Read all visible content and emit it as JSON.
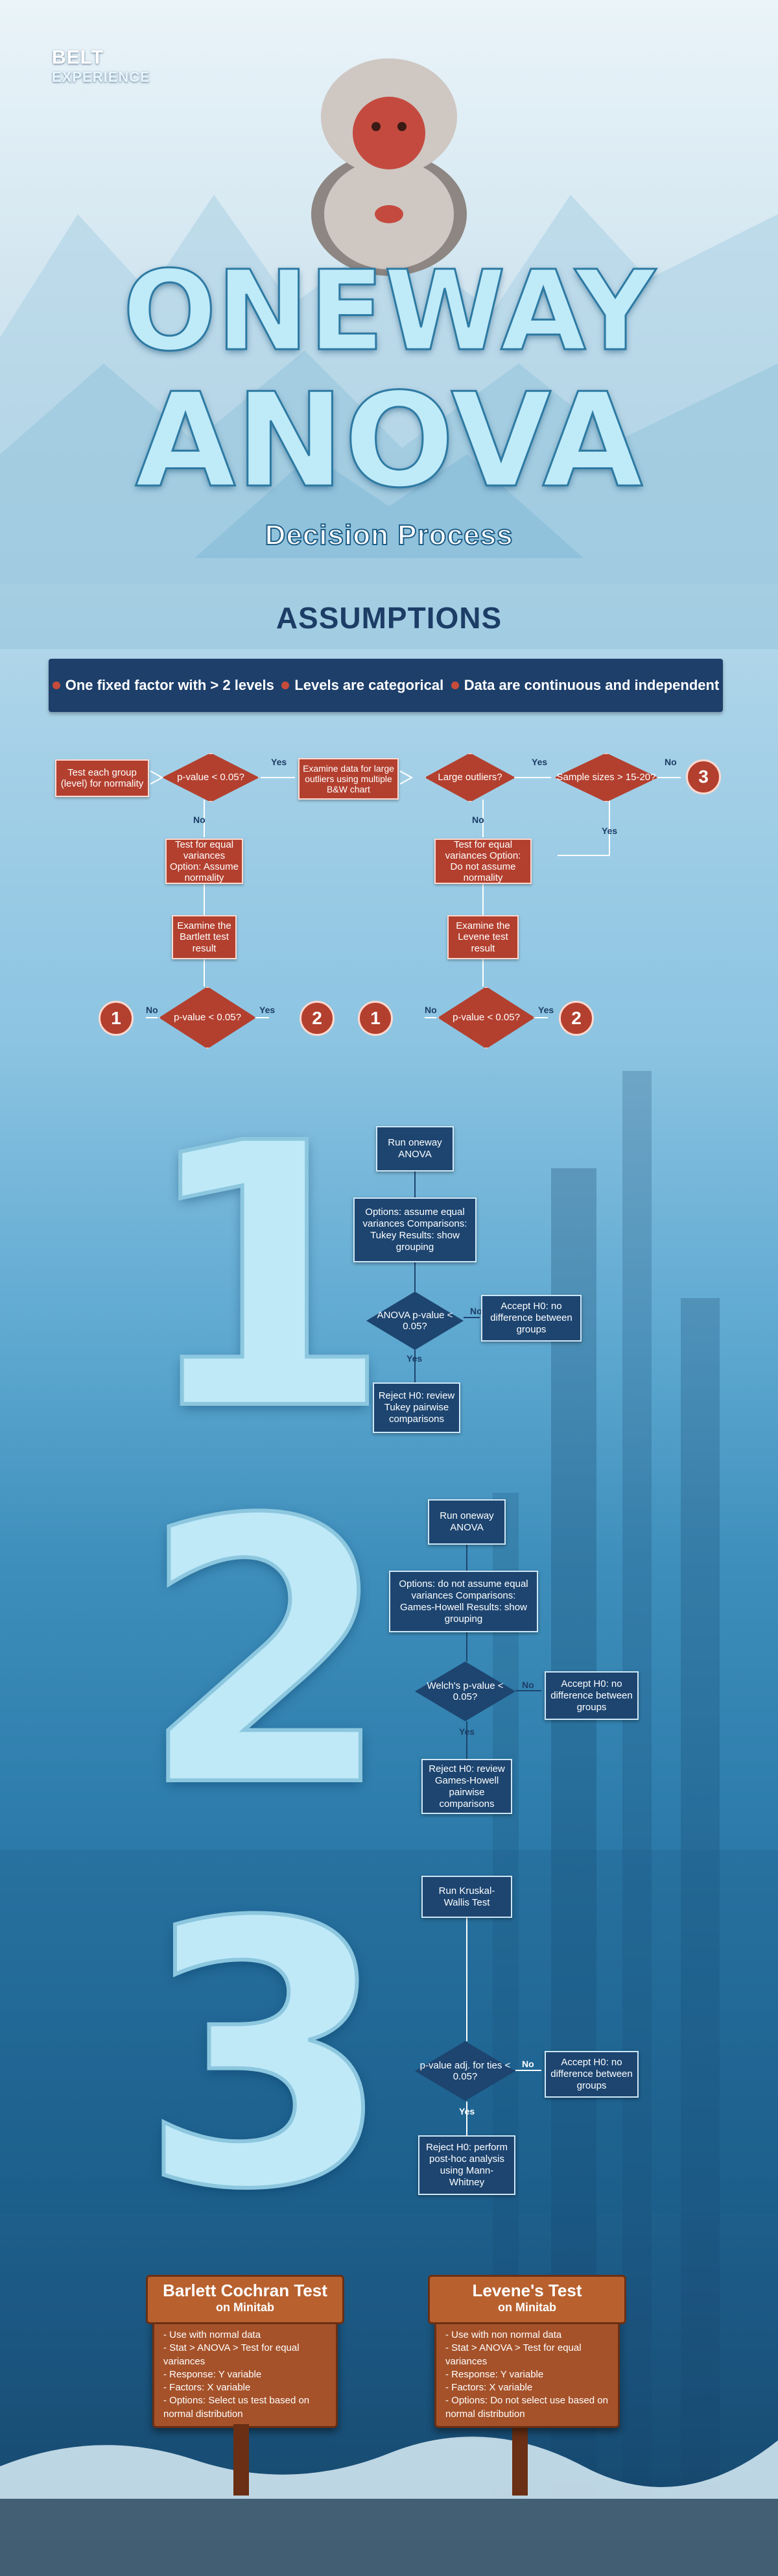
{
  "logo": {
    "line1": "BELT",
    "line2": "EXPERIENCE"
  },
  "title": {
    "line1": "ONEWAY",
    "line2": "ANOVA",
    "subtitle": "Decision Process"
  },
  "assumptions": {
    "title": "ASSUMPTIONS",
    "items": [
      "One fixed factor with > 2 levels",
      "Levels are categorical",
      "Data are continuous and independent"
    ]
  },
  "flow_left": {
    "test_normality": "Test each group (level) for normality",
    "pvalue_normality": "p-value < 0.05?",
    "test_equal_var": "Test for equal variances Option: Assume normality",
    "examine_bartlett": "Examine the Bartlett test result",
    "pvalue_bartlett": "p-value < 0.05?",
    "no1": "No",
    "yes1": "Yes",
    "no2": "No",
    "yes2": "Yes",
    "out_left": "1",
    "out_right": "2"
  },
  "flow_right": {
    "examine_outliers": "Examine data for large outliers using multiple B&W chart",
    "large_outliers": "Large outliers?",
    "sample_sizes": "Sample sizes > 15-20?",
    "test_equal_var": "Test for equal variances Option: Do not assume normality",
    "examine_levene": "Examine the Levene test result",
    "pvalue_levene": "p-value < 0.05?",
    "yes_outliers": "Yes",
    "no_outliers": "No",
    "no_sizes": "No",
    "yes_sizes": "Yes",
    "no_levene": "No",
    "yes_levene": "Yes",
    "out_three": "3",
    "out_left": "1",
    "out_right": "2"
  },
  "section1": {
    "number": "1",
    "run": "Run oneway ANOVA",
    "options": "Options: assume equal variances Comparisons: Tukey Results: show grouping",
    "decision": "ANOVA p-value < 0.05?",
    "no": "No",
    "yes": "Yes",
    "accept": "Accept H0: no difference between groups",
    "reject": "Reject H0: review Tukey pairwise comparisons"
  },
  "section2": {
    "number": "2",
    "run": "Run oneway ANOVA",
    "options": "Options: do not assume equal variances Comparisons: Games-Howell Results: show grouping",
    "decision": "Welch's p-value < 0.05?",
    "no": "No",
    "yes": "Yes",
    "accept": "Accept H0: no difference between groups",
    "reject": "Reject H0: review Games-Howell pairwise comparisons"
  },
  "section3": {
    "number": "3",
    "run": "Run Kruskal-Wallis Test",
    "decision": "p-value adj. for ties < 0.05?",
    "no": "No",
    "yes": "Yes",
    "accept": "Accept H0: no difference between groups",
    "reject": "Reject H0: perform post-hoc analysis using Mann-Whitney"
  },
  "sign_left": {
    "title": "Barlett Cochran Test",
    "subtitle": "on Minitab",
    "items": [
      "Use with normal data",
      "Stat > ANOVA > Test for equal variances",
      "Response: Y variable",
      "Factors: X variable",
      "Options: Select us test based on normal distribution"
    ]
  },
  "sign_right": {
    "title": "Levene's Test",
    "subtitle": "on Minitab",
    "items": [
      "Use with non normal data",
      "Stat > ANOVA > Test for equal variances",
      "Response: Y variable",
      "Factors: X variable",
      "Options: Do not select use based on normal distribution"
    ]
  }
}
